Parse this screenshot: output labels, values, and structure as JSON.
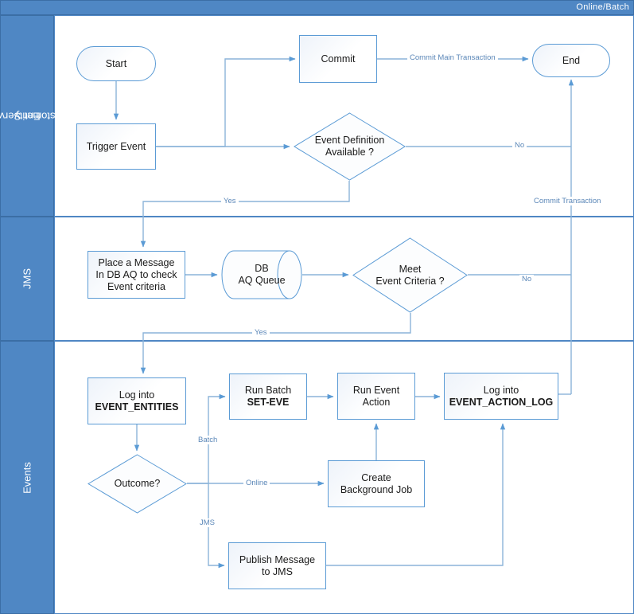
{
  "pool": {
    "title": "Online/Batch"
  },
  "lanes": [
    {
      "name": "lane-entity-customer-service",
      "label": "Entity\nCustomer Service"
    },
    {
      "name": "lane-jms",
      "label": "JMS"
    },
    {
      "name": "lane-events",
      "label": "Events"
    }
  ],
  "nodes": {
    "start": {
      "label": "Start",
      "shape": "terminator"
    },
    "trigger_event": {
      "label": "Trigger Event",
      "shape": "process"
    },
    "commit": {
      "label": "Commit",
      "shape": "process"
    },
    "end": {
      "label": "End",
      "shape": "terminator"
    },
    "event_def": {
      "label": "Event Definition\nAvailable ?",
      "shape": "decision"
    },
    "place_message": {
      "label": "Place a Message\nIn DB AQ to check\nEvent criteria",
      "shape": "process"
    },
    "db_aq_queue": {
      "label": "DB\nAQ Queue",
      "shape": "database"
    },
    "meet_criteria": {
      "label": "Meet\nEvent Criteria ?",
      "shape": "decision"
    },
    "log_entities": {
      "label_line1": "Log into",
      "label_line2": "EVENT_ENTITIES",
      "shape": "process"
    },
    "run_batch": {
      "label_line1": "Run Batch",
      "label_line2": "SET-EVE",
      "shape": "process"
    },
    "run_event_action": {
      "label": "Run Event\nAction",
      "shape": "process"
    },
    "log_action_log": {
      "label_line1": "Log into",
      "label_line2": "EVENT_ACTION_LOG",
      "shape": "process"
    },
    "outcome": {
      "label": "Outcome?",
      "shape": "decision"
    },
    "create_bg_job": {
      "label": "Create\nBackground Job",
      "shape": "process"
    },
    "publish_jms": {
      "label": "Publish Message\nto JMS",
      "shape": "process"
    }
  },
  "edge_labels": {
    "commit_main_transaction": "Commit Main Transaction",
    "event_def_no": "No",
    "event_def_yes": "Yes",
    "commit_transaction": "Commit Transaction",
    "criteria_no": "No",
    "criteria_yes": "Yes",
    "outcome_batch": "Batch",
    "outcome_online": "Online",
    "outcome_jms": "JMS"
  },
  "colors": {
    "lane_header_fill": "#4f87c4",
    "lane_header_stroke": "#3b6ea5",
    "shape_stroke": "#5b9bd5",
    "connector": "#8cb4d9",
    "label_text": "#5b87b8",
    "background": "#ffffff"
  }
}
